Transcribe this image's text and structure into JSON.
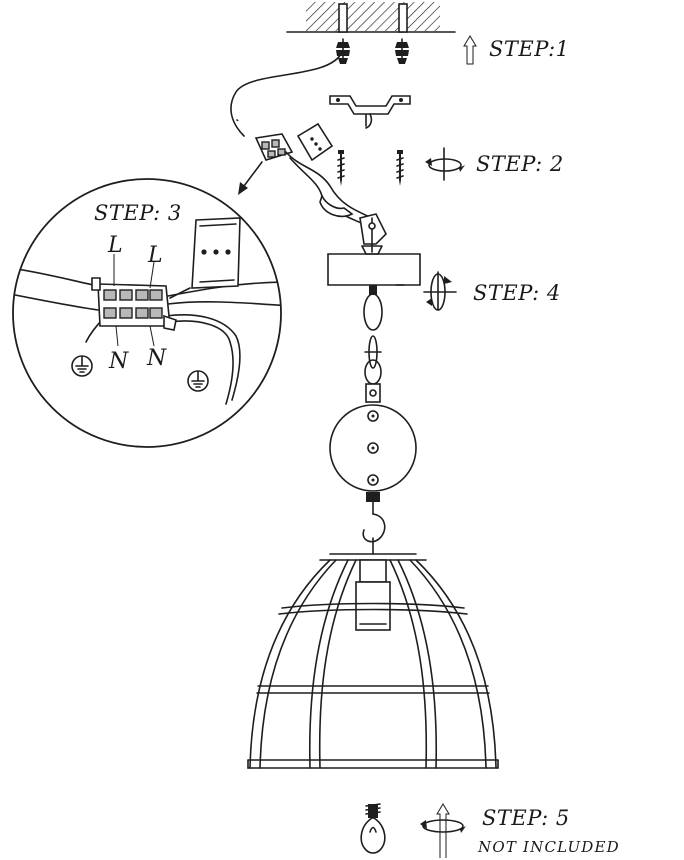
{
  "steps": {
    "step1": "STEP:1",
    "step2": "STEP: 2",
    "step3": "STEP: 3",
    "step4": "STEP: 4",
    "step5": "STEP: 5",
    "step5_note": "NOT INCLUDED"
  },
  "wiring_labels": {
    "live_1": "L",
    "live_2": "L",
    "neutral_1": "N",
    "neutral_2": "N"
  },
  "icons": [
    "ceiling-hatch-icon",
    "wall-plug-icon",
    "screw-icon",
    "rotate-arrow-icon",
    "up-arrow-icon",
    "earth-symbol-icon",
    "light-bulb-icon",
    "chain-link-icon",
    "hook-icon"
  ]
}
